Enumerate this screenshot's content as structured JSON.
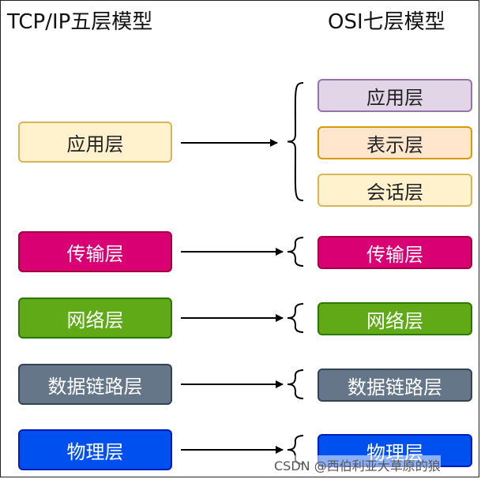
{
  "left_title": "TCP/IP五层模型",
  "right_title": "OSI七层模型",
  "tcpip_layers": [
    {
      "label": "应用层",
      "fill": "#fff2cc",
      "stroke": "#d6b656",
      "text_color": "#222222"
    },
    {
      "label": "传输层",
      "fill": "#d80073",
      "stroke": "#a50040",
      "text_color": "#ffffff"
    },
    {
      "label": "网络层",
      "fill": "#60a917",
      "stroke": "#2d7600",
      "text_color": "#ffffff"
    },
    {
      "label": "数据链路层",
      "fill": "#647687",
      "stroke": "#314354",
      "text_color": "#ffffff"
    },
    {
      "label": "物理层",
      "fill": "#0050ef",
      "stroke": "#001dbc",
      "text_color": "#ffffff"
    }
  ],
  "osi_layers": [
    {
      "label": "应用层",
      "fill": "#e1d5e7",
      "stroke": "#9673a6",
      "text_color": "#222222"
    },
    {
      "label": "表示层",
      "fill": "#ffe6cc",
      "stroke": "#d79b00",
      "text_color": "#222222"
    },
    {
      "label": "会话层",
      "fill": "#fff2cc",
      "stroke": "#d6b656",
      "text_color": "#222222"
    },
    {
      "label": "传输层",
      "fill": "#d80073",
      "stroke": "#a50040",
      "text_color": "#ffffff"
    },
    {
      "label": "网络层",
      "fill": "#60a917",
      "stroke": "#2d7600",
      "text_color": "#ffffff"
    },
    {
      "label": "数据链路层",
      "fill": "#647687",
      "stroke": "#314354",
      "text_color": "#ffffff"
    },
    {
      "label": "物理层",
      "fill": "#0050ef",
      "stroke": "#001dbc",
      "text_color": "#ffffff"
    }
  ],
  "watermark": "CSDN @西伯利亚大草原的狼"
}
